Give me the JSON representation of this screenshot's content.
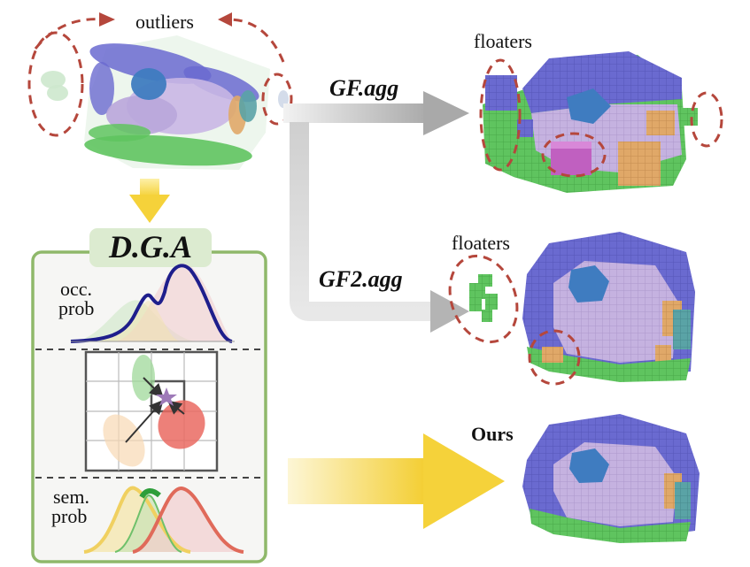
{
  "labels": {
    "outliers": "outliers",
    "floaters_top": "floaters",
    "floaters_mid": "floaters",
    "gf_agg": "GF.agg",
    "gf2_agg": "GF2.agg",
    "ours": "Ours",
    "dga": "D.G.A",
    "occ_line1": "occ.",
    "occ_line2": "prob",
    "sem_line1": "sem.",
    "sem_line2": "prob"
  },
  "colors": {
    "dga_panel_border": "#8fb86a",
    "dga_title_bg": "#dcebd0",
    "dashed_circle": "#b5473c",
    "arrow_gray": "#b7b7b7",
    "arrow_yellow": "#f5d23a",
    "voxel_purple": "#6a6ad0",
    "voxel_lavender": "#c5b2e0",
    "voxel_green": "#5fc45f",
    "voxel_orange": "#e0a868",
    "voxel_blue": "#3f7cc0",
    "voxel_teal": "#5aa3a6",
    "voxel_magenta": "#c060c0",
    "occ_curve": "#1e1e8c",
    "sem_green": "#2e9e3a",
    "sem_yellow": "#f0d060",
    "sem_red": "#e06a5a"
  }
}
